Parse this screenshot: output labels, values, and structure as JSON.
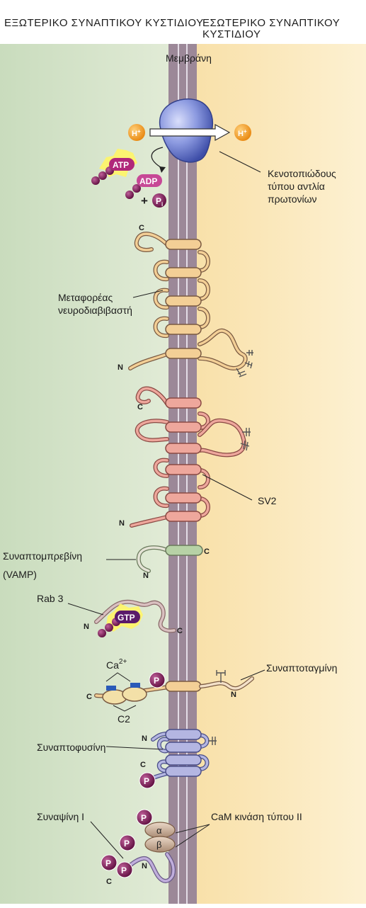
{
  "header": {
    "outside": "ΕΞΩΤΕΡΙΚΟ ΣΥΝΑΠΤΙΚΟΥ ΚΥΣΤΙΔΙΟΥ",
    "inside_line1": "ΕΣΩΤΕΡΙΚΟ ΣΥΝΑΠΤΙΚΟΥ",
    "inside_line2": "ΚΥΣΤΙΔΙΟΥ"
  },
  "membrane_label": "Μεμβράνη",
  "proton_pump": {
    "label_lines": [
      "Κενοτοπιώδους",
      "τύπου αντλία",
      "πρωτονίων"
    ],
    "atp": "ATP",
    "adp": "ADP",
    "plus": "+",
    "pi": "P",
    "pi_sub": "i",
    "h_plus": "H+"
  },
  "transporter": {
    "label_lines": [
      "Μεταφορέας",
      "νευροδιαβιβαστή"
    ],
    "c": "C",
    "n": "N"
  },
  "sv2": {
    "label": "SV2",
    "c": "C",
    "n": "N"
  },
  "vamp": {
    "label_lines": [
      "Συναπτομπρεβίνη",
      "(VAMP)"
    ],
    "c": "C",
    "n": "N"
  },
  "rab3": {
    "label": "Rab 3",
    "gtp": "GTP",
    "c": "C",
    "n": "N"
  },
  "synaptotagmin": {
    "label": "Συναπτοταγμίνη",
    "ca": "Ca",
    "ca_sup": "2+",
    "c2": "C2",
    "p": "P",
    "c": "C",
    "n": "N"
  },
  "synaptophysin": {
    "label": "Συναπτοφυσίνη",
    "p": "P",
    "c": "C",
    "n": "N"
  },
  "synapsin": {
    "label": "Συναψίνη I",
    "p": "P",
    "c": "C",
    "n": "N"
  },
  "camk": {
    "label": "CaM κινάση τύπου II",
    "alpha": "α",
    "beta": "β",
    "p": "P"
  },
  "colors": {
    "outside_bg": "#d6e3cc",
    "inside_bg": "#fbe6b8",
    "membrane": "#9c8898",
    "transporter": "#f3cf96",
    "sv2": "#eea79c",
    "vamp": "#b7d2a6",
    "synaptophysin": "#b4b6e2",
    "phospho": "#8c1e5e",
    "pump": "#6f7fd0"
  }
}
